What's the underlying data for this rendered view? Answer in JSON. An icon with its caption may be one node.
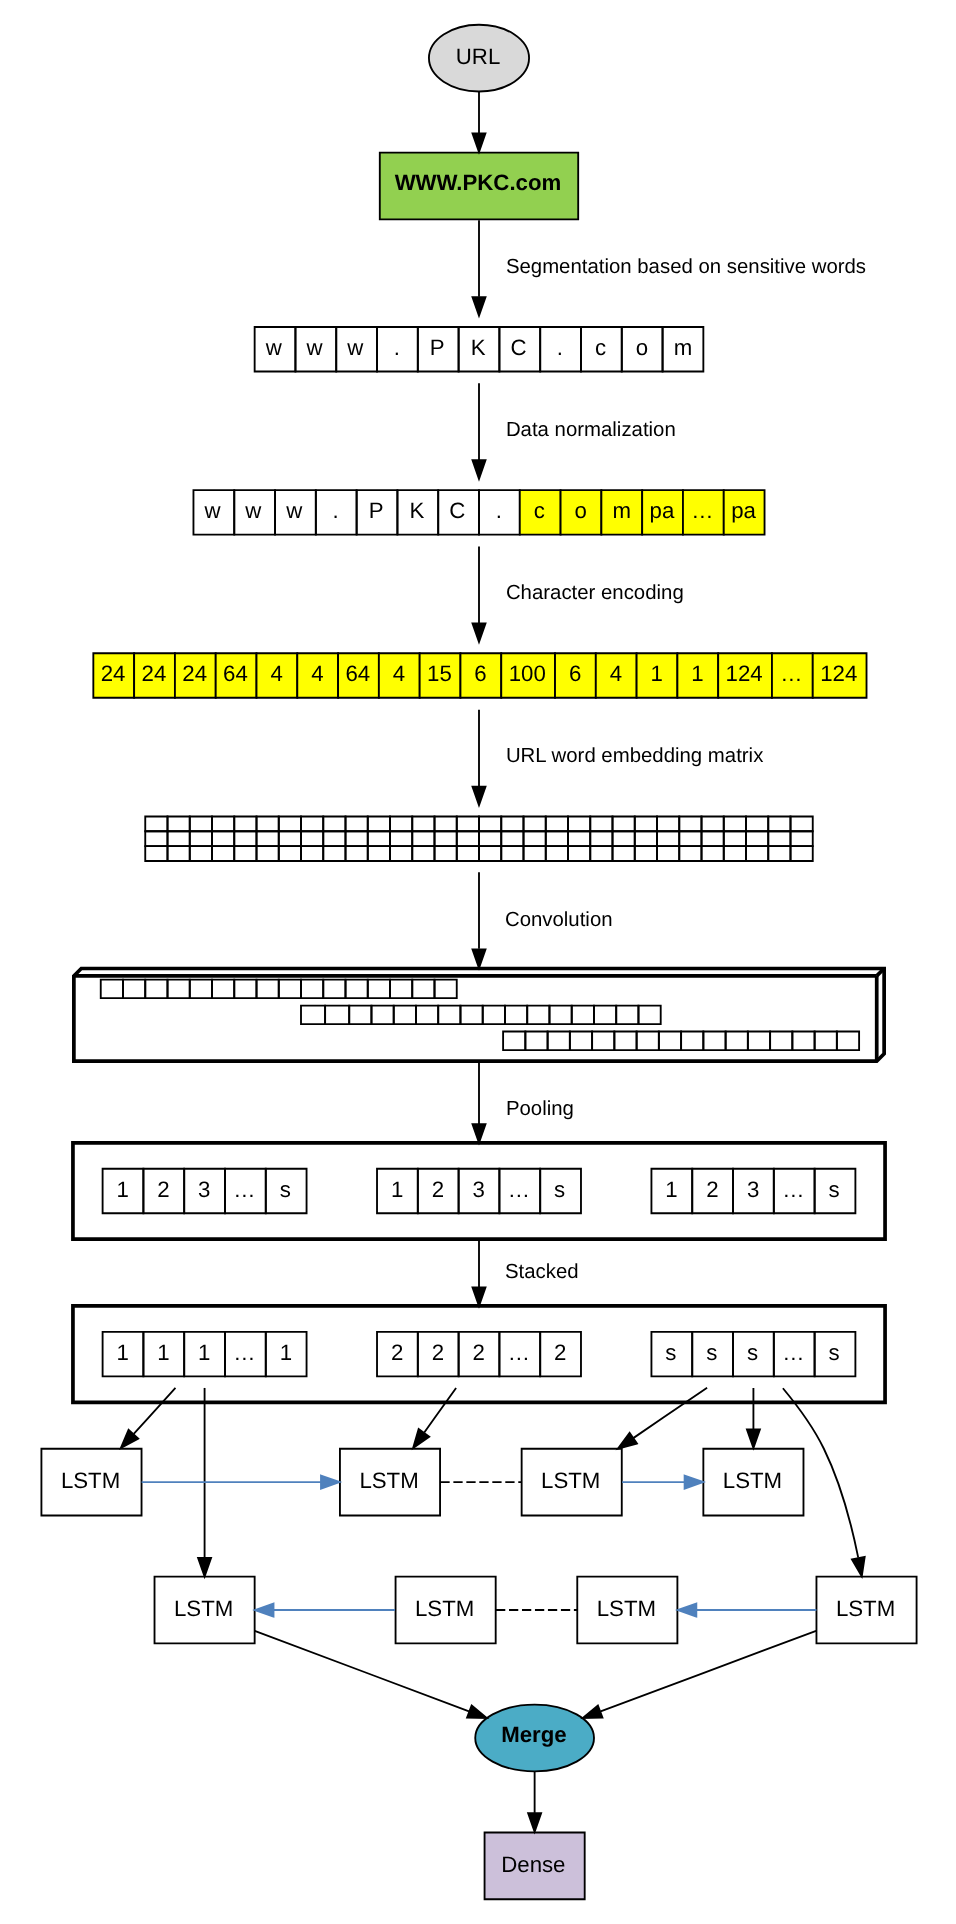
{
  "diagram": {
    "nodes": [
      {
        "text": [
          "URL"
        ]
      },
      {
        "text": [
          "WWW.PKC.com"
        ]
      },
      {
        "text": [
          "w",
          "w",
          "w",
          ".",
          "P",
          "K",
          "C",
          ".",
          "c",
          "o",
          "m"
        ]
      },
      {
        "text": [
          "w",
          "w",
          "w",
          ".",
          "P",
          "K",
          "C",
          ".",
          "c",
          "o",
          "m",
          "pa",
          "…",
          "pa"
        ]
      },
      {
        "text": [
          "24",
          "24",
          "24",
          "64",
          "4",
          "4",
          "64",
          "4",
          "15",
          "6",
          "100",
          "6",
          "4",
          "1",
          "1",
          "124",
          "…",
          "124"
        ]
      },
      {
        "text": [],
        "shape": "grid"
      },
      {
        "text": [],
        "shape": "box"
      },
      {
        "text": [],
        "shape": "box"
      },
      {
        "text": [
          "1",
          "2",
          "3",
          "…",
          "s"
        ],
        "in": 7
      },
      {
        "text": [
          "1",
          "2",
          "3",
          "…",
          "s"
        ],
        "in": 7
      },
      {
        "text": [
          "1",
          "2",
          "3",
          "…",
          "s"
        ],
        "in": 7
      },
      {
        "text": [],
        "shape": "box"
      },
      {
        "text": [
          "1",
          "1",
          "1",
          "…",
          "1"
        ],
        "in": 11
      },
      {
        "text": [
          "2",
          "2",
          "2",
          "…",
          "2"
        ],
        "in": 11
      },
      {
        "text": [
          "s",
          "s",
          "s",
          "…",
          "s"
        ],
        "in": 11
      },
      {
        "text": [
          "LSTM"
        ]
      },
      {
        "text": [
          "LSTM"
        ]
      },
      {
        "text": [
          "LSTM"
        ]
      },
      {
        "text": [
          "LSTM"
        ]
      },
      {
        "text": [
          "LSTM"
        ]
      },
      {
        "text": [
          "LSTM"
        ]
      },
      {
        "text": [
          "LSTM"
        ]
      },
      {
        "text": [
          "LSTM"
        ]
      },
      {
        "text": [
          "Merge"
        ]
      },
      {
        "text": [
          "Dense"
        ]
      }
    ],
    "edges": [
      {
        "from": 0,
        "to": 1,
        "arrow": "to"
      },
      {
        "from": 1,
        "to": 2,
        "arrow": "to",
        "label": "Segmentation based on sensitive words"
      },
      {
        "from": 2,
        "to": 3,
        "arrow": "to",
        "label": "Data normalization"
      },
      {
        "from": 3,
        "to": 4,
        "arrow": "to",
        "label": "Character encoding"
      },
      {
        "from": 4,
        "to": 5,
        "arrow": "to",
        "label": "URL word embedding matrix"
      },
      {
        "from": 5,
        "to": 6,
        "arrow": "to",
        "label": "Convolution"
      },
      {
        "from": 6,
        "to": 7,
        "arrow": "to",
        "label": "Pooling"
      },
      {
        "from": 7,
        "to": 11,
        "arrow": "to",
        "label": "Stacked"
      },
      {
        "from": 12,
        "to": 15,
        "arrow": "to"
      },
      {
        "from": 13,
        "to": 16,
        "arrow": "to"
      },
      {
        "from": 14,
        "to": 17,
        "arrow": "to"
      },
      {
        "from": 14,
        "to": 18,
        "arrow": "to"
      },
      {
        "from": 12,
        "to": 19,
        "arrow": "to"
      },
      {
        "from": 14,
        "to": 22,
        "arrow": "to"
      },
      {
        "from": 15,
        "to": 16,
        "arrow": "to",
        "color": "#4f81bd"
      },
      {
        "from": 16,
        "to": 17,
        "arrow": "none",
        "style": "dashed"
      },
      {
        "from": 17,
        "to": 18,
        "arrow": "to",
        "color": "#4f81bd"
      },
      {
        "from": 20,
        "to": 19,
        "arrow": "to",
        "color": "#4f81bd"
      },
      {
        "from": 20,
        "to": 21,
        "arrow": "none",
        "style": "dashed"
      },
      {
        "from": 22,
        "to": 21,
        "arrow": "to",
        "color": "#4f81bd"
      },
      {
        "from": 19,
        "to": 23,
        "arrow": "to"
      },
      {
        "from": 22,
        "to": 23,
        "arrow": "to"
      },
      {
        "from": 23,
        "to": 24,
        "arrow": "to"
      }
    ]
  }
}
